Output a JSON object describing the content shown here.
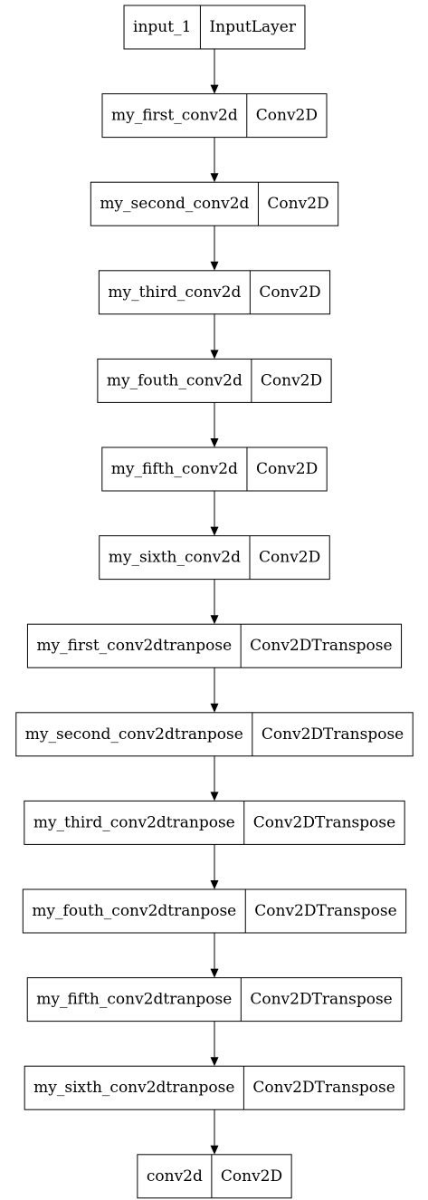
{
  "nodes": [
    {
      "name": "input_1",
      "type": "InputLayer"
    },
    {
      "name": "my_first_conv2d",
      "type": "Conv2D"
    },
    {
      "name": "my_second_conv2d",
      "type": "Conv2D"
    },
    {
      "name": "my_third_conv2d",
      "type": "Conv2D"
    },
    {
      "name": "my_fouth_conv2d",
      "type": "Conv2D"
    },
    {
      "name": "my_fifth_conv2d",
      "type": "Conv2D"
    },
    {
      "name": "my_sixth_conv2d",
      "type": "Conv2D"
    },
    {
      "name": "my_first_conv2dtranpose",
      "type": "Conv2DTranspose"
    },
    {
      "name": "my_second_conv2dtranpose",
      "type": "Conv2DTranspose"
    },
    {
      "name": "my_third_conv2dtranpose",
      "type": "Conv2DTranspose"
    },
    {
      "name": "my_fouth_conv2dtranpose",
      "type": "Conv2DTranspose"
    },
    {
      "name": "my_fifth_conv2dtranpose",
      "type": "Conv2DTranspose"
    },
    {
      "name": "my_sixth_conv2dtranpose",
      "type": "Conv2DTranspose"
    },
    {
      "name": "conv2d",
      "type": "Conv2D"
    }
  ],
  "edges": [
    {
      "from": "input_1",
      "to": "my_first_conv2d"
    },
    {
      "from": "my_first_conv2d",
      "to": "my_second_conv2d"
    },
    {
      "from": "my_second_conv2d",
      "to": "my_third_conv2d"
    },
    {
      "from": "my_third_conv2d",
      "to": "my_fouth_conv2d"
    },
    {
      "from": "my_fouth_conv2d",
      "to": "my_fifth_conv2d"
    },
    {
      "from": "my_fifth_conv2d",
      "to": "my_sixth_conv2d"
    },
    {
      "from": "my_sixth_conv2d",
      "to": "my_first_conv2dtranpose"
    },
    {
      "from": "my_first_conv2dtranpose",
      "to": "my_second_conv2dtranpose"
    },
    {
      "from": "my_second_conv2dtranpose",
      "to": "my_third_conv2dtranpose"
    },
    {
      "from": "my_third_conv2dtranpose",
      "to": "my_fouth_conv2dtranpose"
    },
    {
      "from": "my_fouth_conv2dtranpose",
      "to": "my_fifth_conv2dtranpose"
    },
    {
      "from": "my_fifth_conv2dtranpose",
      "to": "my_sixth_conv2dtranpose"
    },
    {
      "from": "my_sixth_conv2dtranpose",
      "to": "conv2d"
    }
  ]
}
